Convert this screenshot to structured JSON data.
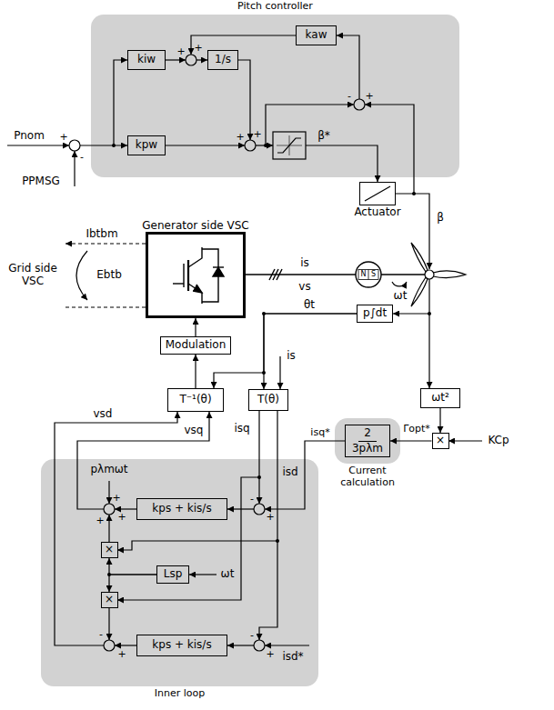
{
  "diagram": {
    "nodes": [
      {
        "text": [
          "Pitch controller"
        ]
      },
      {
        "text": [
          "kaw"
        ],
        "in": 0
      },
      {
        "text": [
          "kiw"
        ],
        "in": 0
      },
      {
        "text": [
          "1/s"
        ],
        "in": 0
      },
      {
        "text": [
          "kpw"
        ],
        "in": 0
      },
      {
        "text": [
          "Actuator"
        ]
      },
      {
        "text": [
          "Generator side VSC"
        ]
      },
      {
        "text": [
          "p∫dt"
        ]
      },
      {
        "text": [
          "Modulation"
        ]
      },
      {
        "text": [
          "T⁻¹(θ)"
        ]
      },
      {
        "text": [
          "T(θ)"
        ]
      },
      {
        "text": [
          "ωt²"
        ]
      },
      {
        "text": [
          "×"
        ]
      },
      {
        "text": [
          "Current calculation"
        ]
      },
      {
        "text": [
          "2",
          "3pλm"
        ],
        "in": 13
      },
      {
        "text": [
          "Inner loop"
        ]
      },
      {
        "text": [
          "kps + kis/s"
        ],
        "in": 15
      },
      {
        "text": [
          "×"
        ],
        "in": 15
      },
      {
        "text": [
          "Lsp"
        ],
        "in": 15
      },
      {
        "text": [
          "×"
        ],
        "in": 15
      },
      {
        "text": [
          "kps + kis/s"
        ],
        "in": 15
      }
    ],
    "edges": [
      {
        "from": 8,
        "to": 6,
        "arrow": "to"
      },
      {
        "from": 9,
        "to": 8,
        "arrow": "to"
      },
      {
        "from": 7,
        "to": 9,
        "arrow": "to"
      },
      {
        "from": 7,
        "to": 10,
        "arrow": "to"
      },
      {
        "from": 11,
        "to": 12,
        "arrow": "to"
      },
      {
        "from": 12,
        "to": 14,
        "arrow": "to"
      },
      {
        "from": 18,
        "to": 17,
        "arrow": "to"
      },
      {
        "from": 18,
        "to": 19,
        "arrow": "to"
      }
    ],
    "labels": [
      "Pnom",
      "+",
      "-",
      "PPMSG",
      "+",
      "+",
      "+",
      "+",
      "-",
      "+",
      "β*",
      "β",
      "Ibtbm",
      "Ebtb",
      "Grid side VSC",
      "is",
      "vs",
      "N",
      "S",
      "ωt",
      "θt",
      "is",
      "vsd",
      "vsq",
      "isq",
      "isq*",
      "Γopt*",
      "KCp",
      "isd",
      "pλmωt",
      "+",
      "+",
      "+",
      "-",
      "+",
      "ωt",
      "-",
      "+",
      "-",
      "+",
      "isd*"
    ]
  }
}
